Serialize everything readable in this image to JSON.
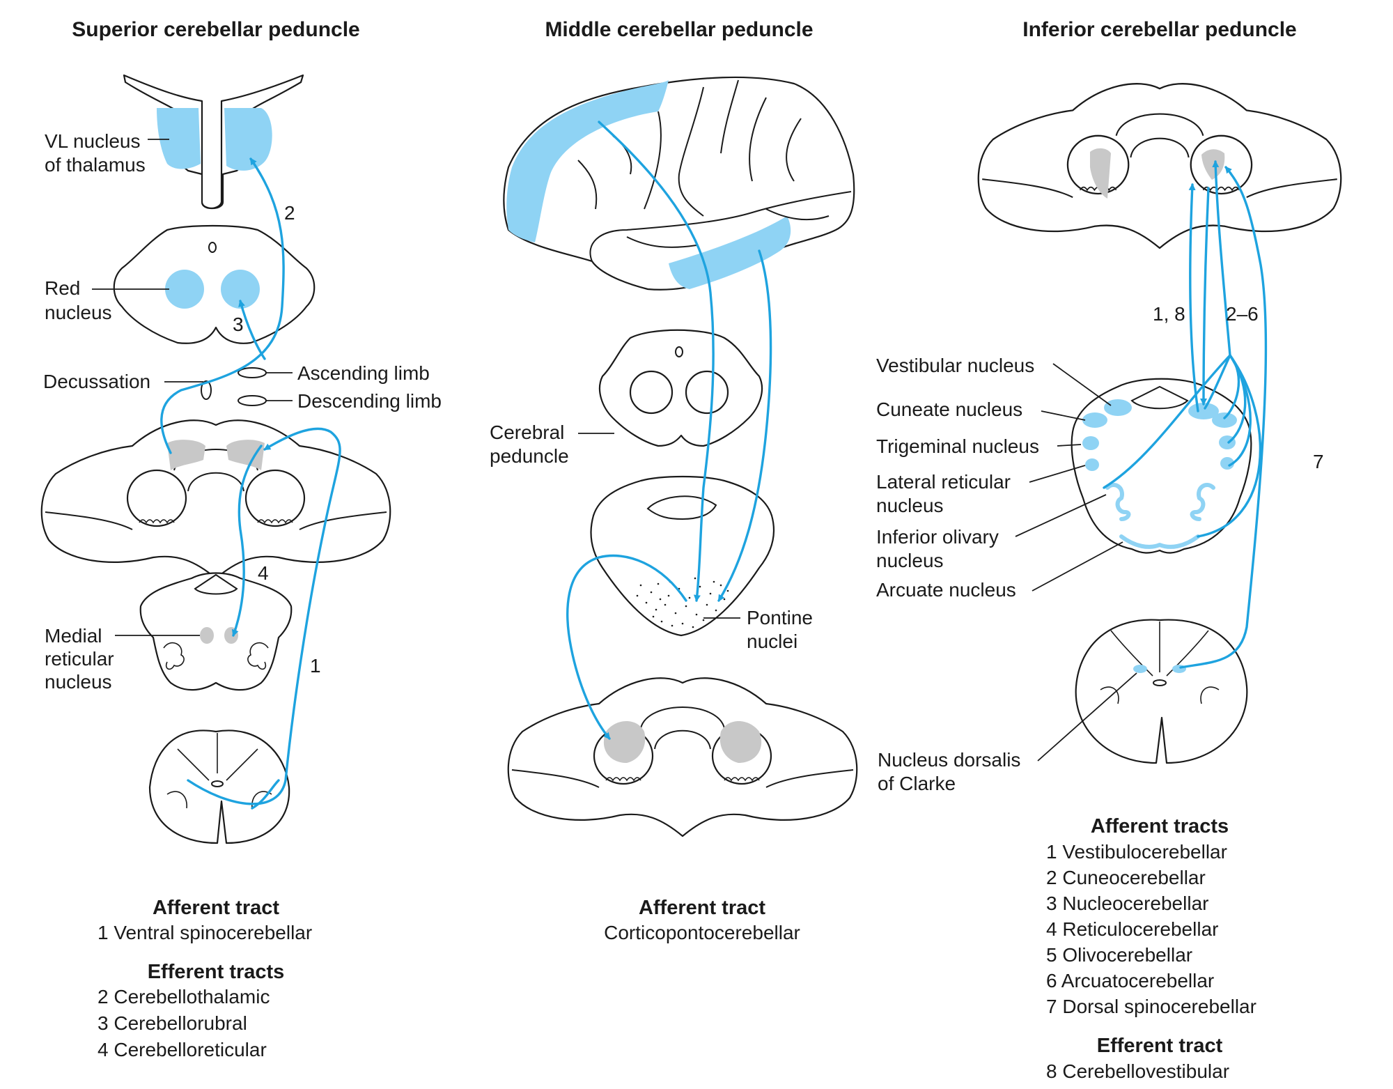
{
  "colors": {
    "tract": "#1ea3df",
    "nucleus_fill": "#8fd3f4",
    "peduncle_fill": "#c8c8c8",
    "outline": "#1a1a1a"
  },
  "panels": {
    "superior": {
      "title": "Superior cerebellar peduncle",
      "labels": {
        "vl_1": "VL nucleus",
        "vl_2": "of thalamus",
        "red_1": "Red",
        "red_2": "nucleus",
        "decussation": "Decussation",
        "ascending": "Ascending limb",
        "descending": "Descending limb",
        "medial_1": "Medial",
        "medial_2": "reticular",
        "medial_3": "nucleus"
      },
      "tract_numbers": {
        "n1": "1",
        "n2": "2",
        "n3": "3",
        "n4": "4"
      },
      "legend": {
        "afferent_heading": "Afferent tract",
        "afferent": [
          "1 Ventral spinocerebellar"
        ],
        "efferent_heading": "Efferent tracts",
        "efferent": [
          "2 Cerebellothalamic",
          "3 Cerebellorubral",
          "4 Cerebelloreticular"
        ]
      }
    },
    "middle": {
      "title": "Middle cerebellar peduncle",
      "labels": {
        "cp_1": "Cerebral",
        "cp_2": "peduncle",
        "pn_1": "Pontine",
        "pn_2": "nuclei"
      },
      "legend": {
        "afferent_heading": "Afferent tract",
        "afferent": [
          "Corticopontocerebellar"
        ]
      }
    },
    "inferior": {
      "title": "Inferior cerebellar peduncle",
      "labels": {
        "vestibular": "Vestibular nucleus",
        "cuneate": "Cuneate nucleus",
        "trigeminal": "Trigeminal nucleus",
        "lateral_1": "Lateral reticular",
        "lateral_2": "nucleus",
        "olivary_1": "Inferior olivary",
        "olivary_2": "nucleus",
        "arcuate": "Arcuate nucleus",
        "clarke_1": "Nucleus dorsalis",
        "clarke_2": "of Clarke"
      },
      "tract_numbers": {
        "n18": "1, 8",
        "n26": "2–6",
        "n7": "7"
      },
      "legend": {
        "afferent_heading": "Afferent tracts",
        "afferent": [
          "1 Vestibulocerebellar",
          "2 Cuneocerebellar",
          "3 Nucleocerebellar",
          "4 Reticulocerebellar",
          "5 Olivocerebellar",
          "6 Arcuatocerebellar",
          "7 Dorsal spinocerebellar"
        ],
        "efferent_heading": "Efferent tract",
        "efferent": [
          "8 Cerebellovestibular"
        ]
      }
    }
  }
}
